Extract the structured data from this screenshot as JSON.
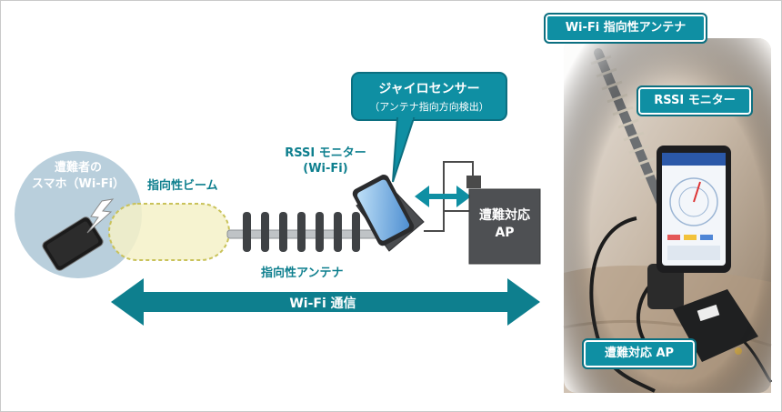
{
  "labels": {
    "victim_phone": "遭難者の\nスマホ（Wi-Fi）",
    "beam": "指向性ビーム",
    "antenna": "指向性アンテナ",
    "rssi_monitor": "RSSI モニター\n(Wi-Fi)",
    "gyro_title": "ジャイロセンサー",
    "gyro_sub": "（アンテナ指向方向検出）",
    "ap_box": "遭難対応\nAP",
    "wifi_comm": "Wi-Fi 通信"
  },
  "photo": {
    "wifi_antenna": "Wi-Fi 指向性アンテナ",
    "rssi_monitor": "RSSI モニター",
    "ap": "遭難対応 AP",
    "app_title": "Wi-Fi Monitor"
  },
  "colors": {
    "teal": "#0f8fa3",
    "teal_dark": "#0c6f80",
    "circle": "#b9cfdc",
    "beam": "#f4f1c8",
    "beam_border": "#c9c25a",
    "ap_box": "#4e5053"
  }
}
